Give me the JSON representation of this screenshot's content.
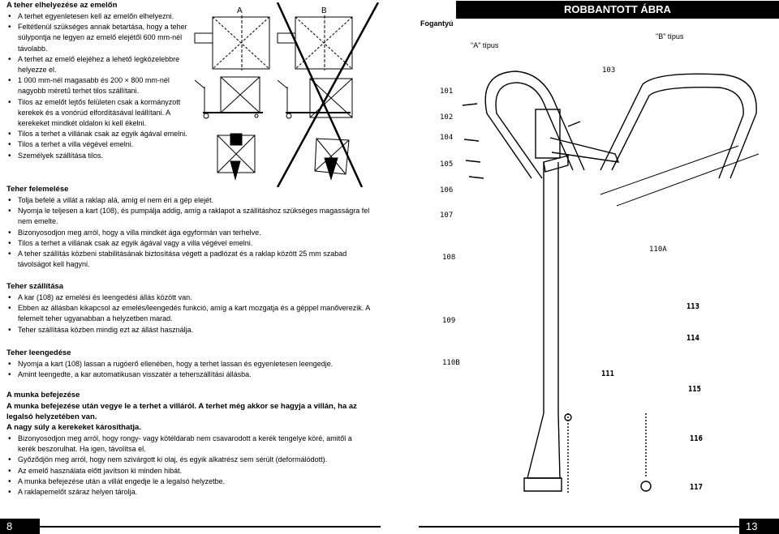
{
  "left": {
    "section1": {
      "title": "A teher elhelyezése az emelőn",
      "items": [
        "A terhet egyenletesen kell az emelőn elhelyezni.",
        "Feltétlenül szükséges annak betartása, hogy a teher súlypontja ne legyen az emelő elejétől 600 mm-nél távolabb.",
        "A terhet az emelő elejéhez a lehető legközelebbre helyezze el.",
        "1 000 mm-nél magasabb és 200 × 800 mm-nél nagyobb méretű terhet tilos szállítani.",
        "Tilos az emelőt lejtős felületen csak a kormányzott kerekek és a vonórúd elfordításával leállítani. A kerekeket mindkét oldalon ki kell ékelni.",
        "Tilos a terhet a villának csak az egyik ágával emelni.",
        "Tilos a terhet a villa végével emelni.",
        "Személyek szállítása tilos."
      ]
    },
    "diagram": {
      "label_a": "A",
      "label_b": "B"
    },
    "section2": {
      "title": "Teher felemelése",
      "items": [
        "Tolja befelé a villát a raklap alá, amíg el nem éri a gép elejét.",
        "Nyomja le teljesen a kart (108), és pumpálja addig, amíg a raklapot a szállításhoz szükséges magasságra fel nem emelte.",
        "Bizonyosodjon meg arról, hogy a villa mindkét ága egyformán van terhelve.",
        "Tilos a terhet a villának csak az egyik ágával vagy a villa végével emelni.",
        "A teher szállítás közbeni stabilitásának biztosítása végett a padlózat és a raklap között 25 mm szabad távolságot kell hagyni."
      ]
    },
    "section3": {
      "title": "Teher szállítása",
      "items": [
        "A kar (108) az emelési és leengedési állás között van.",
        "Ebben az állásban kikapcsol az emelés/leengedés funkció, amíg a kart mozgatja és a géppel manőverezik. A felemelt teher ugyanabban a helyzetben marad.",
        "Teher szállítása közben mindig ezt az állást használja."
      ]
    },
    "section4": {
      "title": "Teher leengedése",
      "items": [
        "Nyomja a kart (108) lassan a rugóerő ellenében, hogy a terhet lassan és egyenletesen leengedje.",
        "Amint leengedte, a kar automatikusan visszatér a teherszállítási állásba."
      ]
    },
    "section5": {
      "title": "A munka befejezése",
      "warn1": "A munka befejezése után vegye le a terhet a villáról. A terhet még akkor se hagyja a villán, ha az legalsó helyzetében van.",
      "warn2": "A nagy súly a kerekeket károsíthatja.",
      "items": [
        "Bizonyosodjon meg arról, hogy rongy- vagy kötéldarab nem csavarodott a kerék tengelye köré, amitől a kerék beszorulhat. Ha igen, távolítsa el.",
        "Győződjön meg arról, hogy nem szivárgott ki olaj, és egyik alkatrész sem sérült (deformálódott).",
        "Az emelő használata előtt javítson ki minden hibát.",
        "A munka befejezése után a villát engedje le a legalsó helyzetbe.",
        "A raklapemelőt száraz helyen tárolja."
      ]
    },
    "page_number": "8"
  },
  "right": {
    "header_left": "Fogantyú",
    "title": "ROBBANTOTT ÁBRA",
    "type_a": "\"A\" típus",
    "type_b": "\"B\" típus",
    "parts": [
      "101",
      "102",
      "103",
      "104",
      "105",
      "106",
      "107",
      "108",
      "109",
      "110A",
      "110B",
      "111",
      "113",
      "114",
      "115",
      "116",
      "117"
    ],
    "page_number": "13"
  }
}
